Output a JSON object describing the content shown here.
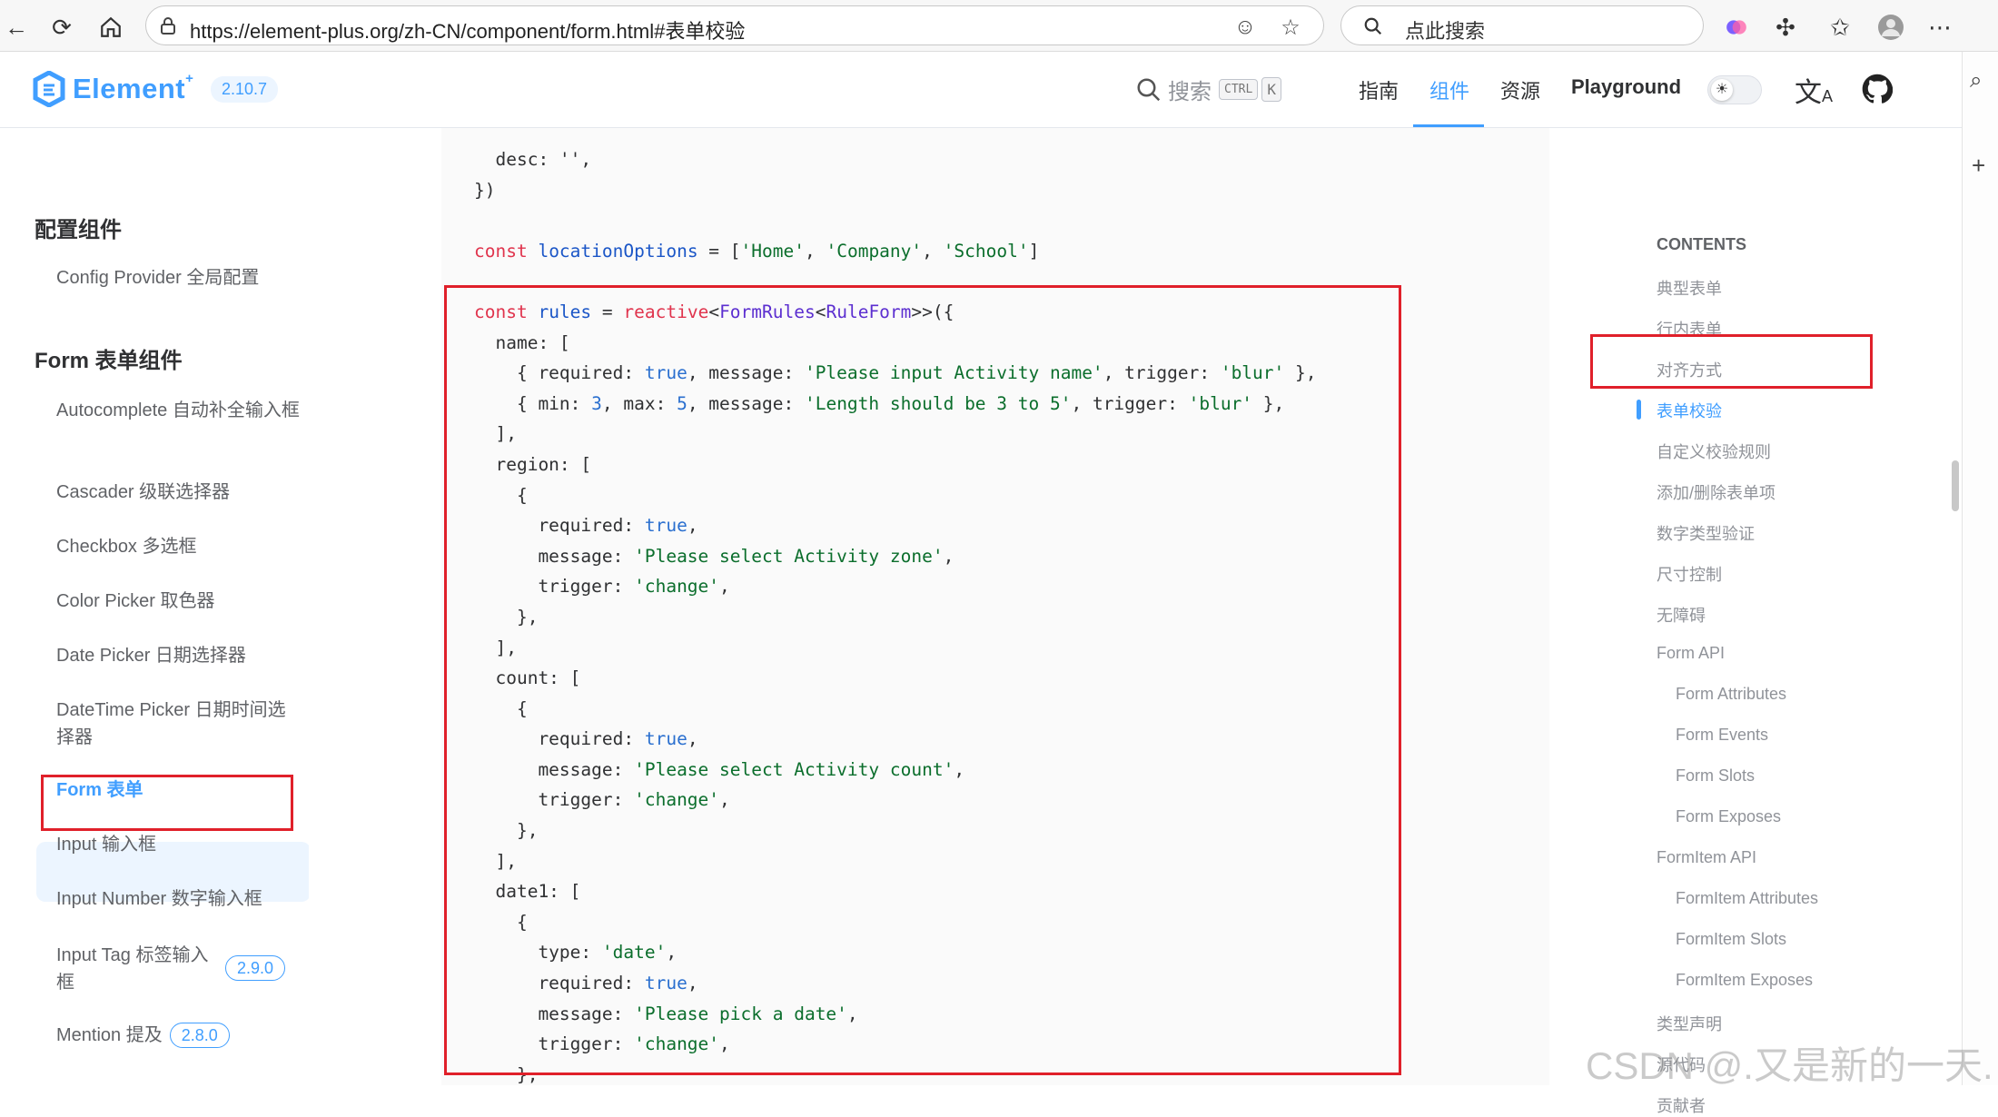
{
  "browser": {
    "url": "https://element-plus.org/zh-CN/component/form.html#表单校验",
    "search_placeholder": "点此搜索"
  },
  "nav": {
    "logo_text": "Element",
    "logo_sup": "+",
    "version": "2.10.7",
    "search_label": "搜索",
    "kbd_ctrl": "CTRL",
    "kbd_k": "K",
    "links": [
      "指南",
      "组件",
      "资源",
      "Playground"
    ],
    "active_link": "组件",
    "accent": "#409eff"
  },
  "sidebar": {
    "groups": [
      "配置组件",
      "Form 表单组件"
    ],
    "items": [
      "Config Provider 全局配置",
      "Autocomplete 自动补全输入框",
      "Cascader 级联选择器",
      "Checkbox 多选框",
      "Color Picker 取色器",
      "Date Picker 日期选择器",
      "DateTime Picker 日期时间选择器",
      "Form 表单",
      "Input 输入框",
      "Input Number 数字输入框",
      "Input Tag 标签输入框",
      "Mention 提及"
    ],
    "active_item": "Form 表单",
    "badges": {
      "input_tag": "2.9.0",
      "mention": "2.8.0"
    }
  },
  "code": {
    "lines": [
      [
        [
          "p",
          "  desc: '',"
        ]
      ],
      [
        [
          "p",
          "})"
        ]
      ],
      [
        [
          "p",
          ""
        ]
      ],
      [
        [
          "kw",
          "const "
        ],
        [
          "fn",
          "locationOptions"
        ],
        [
          "p",
          " = "
        ],
        [
          "p",
          "["
        ],
        [
          "st",
          "'Home'"
        ],
        [
          "p",
          ", "
        ],
        [
          "st",
          "'Company'"
        ],
        [
          "p",
          ", "
        ],
        [
          "st",
          "'School'"
        ],
        [
          "p",
          "]"
        ]
      ],
      [
        [
          "p",
          ""
        ]
      ],
      [
        [
          "kw",
          "const "
        ],
        [
          "fn",
          "rules"
        ],
        [
          "p",
          " = "
        ],
        [
          "kw",
          "reactive"
        ],
        [
          "p",
          "<"
        ],
        [
          "ty",
          "FormRules"
        ],
        [
          "p",
          "<"
        ],
        [
          "ty",
          "RuleForm"
        ],
        [
          "p",
          ">>({"
        ]
      ],
      [
        [
          "p",
          "  name: ["
        ]
      ],
      [
        [
          "p",
          "    { required: "
        ],
        [
          "nm",
          "true"
        ],
        [
          "p",
          ", message: "
        ],
        [
          "st",
          "'Please input Activity name'"
        ],
        [
          "p",
          ", trigger: "
        ],
        [
          "st",
          "'blur'"
        ],
        [
          "p",
          " },"
        ]
      ],
      [
        [
          "p",
          "    { min: "
        ],
        [
          "nm",
          "3"
        ],
        [
          "p",
          ", max: "
        ],
        [
          "nm",
          "5"
        ],
        [
          "p",
          ", message: "
        ],
        [
          "st",
          "'Length should be 3 to 5'"
        ],
        [
          "p",
          ", trigger: "
        ],
        [
          "st",
          "'blur'"
        ],
        [
          "p",
          " },"
        ]
      ],
      [
        [
          "p",
          "  ],"
        ]
      ],
      [
        [
          "p",
          "  region: ["
        ]
      ],
      [
        [
          "p",
          "    {"
        ]
      ],
      [
        [
          "p",
          "      required: "
        ],
        [
          "nm",
          "true"
        ],
        [
          "p",
          ","
        ]
      ],
      [
        [
          "p",
          "      message: "
        ],
        [
          "st",
          "'Please select Activity zone'"
        ],
        [
          "p",
          ","
        ]
      ],
      [
        [
          "p",
          "      trigger: "
        ],
        [
          "st",
          "'change'"
        ],
        [
          "p",
          ","
        ]
      ],
      [
        [
          "p",
          "    },"
        ]
      ],
      [
        [
          "p",
          "  ],"
        ]
      ],
      [
        [
          "p",
          "  count: ["
        ]
      ],
      [
        [
          "p",
          "    {"
        ]
      ],
      [
        [
          "p",
          "      required: "
        ],
        [
          "nm",
          "true"
        ],
        [
          "p",
          ","
        ]
      ],
      [
        [
          "p",
          "      message: "
        ],
        [
          "st",
          "'Please select Activity count'"
        ],
        [
          "p",
          ","
        ]
      ],
      [
        [
          "p",
          "      trigger: "
        ],
        [
          "st",
          "'change'"
        ],
        [
          "p",
          ","
        ]
      ],
      [
        [
          "p",
          "    },"
        ]
      ],
      [
        [
          "p",
          "  ],"
        ]
      ],
      [
        [
          "p",
          "  date1: ["
        ]
      ],
      [
        [
          "p",
          "    {"
        ]
      ],
      [
        [
          "p",
          "      type: "
        ],
        [
          "st",
          "'date'"
        ],
        [
          "p",
          ","
        ]
      ],
      [
        [
          "p",
          "      required: "
        ],
        [
          "nm",
          "true"
        ],
        [
          "p",
          ","
        ]
      ],
      [
        [
          "p",
          "      message: "
        ],
        [
          "st",
          "'Please pick a date'"
        ],
        [
          "p",
          ","
        ]
      ],
      [
        [
          "p",
          "      trigger: "
        ],
        [
          "st",
          "'change'"
        ],
        [
          "p",
          ","
        ]
      ],
      [
        [
          "p",
          "    },"
        ]
      ]
    ]
  },
  "toc": {
    "heading": "CONTENTS",
    "items": [
      {
        "label": "典型表单",
        "level": 1
      },
      {
        "label": "行内表单",
        "level": 1
      },
      {
        "label": "对齐方式",
        "level": 1
      },
      {
        "label": "表单校验",
        "level": 1,
        "active": true
      },
      {
        "label": "自定义校验规则",
        "level": 1
      },
      {
        "label": "添加/删除表单项",
        "level": 1
      },
      {
        "label": "数字类型验证",
        "level": 1
      },
      {
        "label": "尺寸控制",
        "level": 1
      },
      {
        "label": "无障碍",
        "level": 1
      },
      {
        "label": "Form API",
        "level": 1
      },
      {
        "label": "Form Attributes",
        "level": 2
      },
      {
        "label": "Form Events",
        "level": 2
      },
      {
        "label": "Form Slots",
        "level": 2
      },
      {
        "label": "Form Exposes",
        "level": 2
      },
      {
        "label": "FormItem API",
        "level": 1
      },
      {
        "label": "FormItem Attributes",
        "level": 2
      },
      {
        "label": "FormItem Slots",
        "level": 2
      },
      {
        "label": "FormItem Exposes",
        "level": 2
      },
      {
        "label": "类型声明",
        "level": 1
      },
      {
        "label": "源代码",
        "level": 1
      },
      {
        "label": "贡献者",
        "level": 1
      }
    ]
  },
  "watermark": "CSDN @.又是新的一天."
}
